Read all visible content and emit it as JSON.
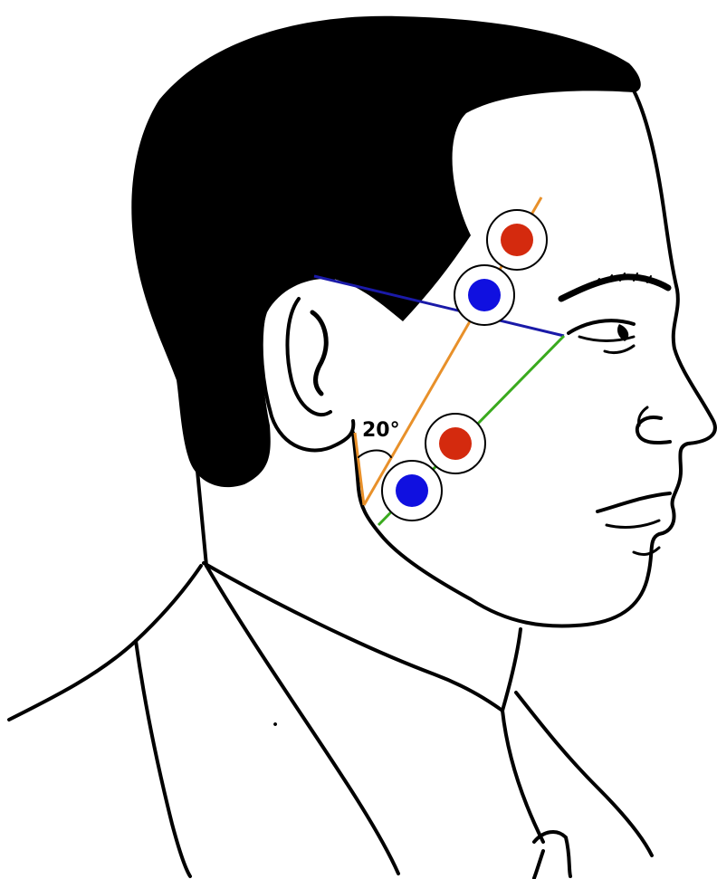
{
  "diagram": {
    "angle_label": "20°",
    "colors": {
      "background": "#ffffff",
      "outline": "#000000",
      "hair": "#000000",
      "blue_line": "#1a1aa8",
      "orange_line": "#e8902a",
      "green_line": "#3aaa1e",
      "electrode_red": "#d42a0e",
      "electrode_blue": "#1010e0",
      "electrode_ring": "#000000"
    },
    "lines": [
      {
        "name": "ear-to-eye-line",
        "color_key": "blue_line"
      },
      {
        "name": "jaw-angle-line",
        "color_key": "orange_line"
      },
      {
        "name": "jaw-to-eye-line",
        "color_key": "green_line"
      }
    ],
    "electrodes": [
      {
        "name": "upper-red-electrode",
        "color_key": "electrode_red"
      },
      {
        "name": "upper-blue-electrode",
        "color_key": "electrode_blue"
      },
      {
        "name": "lower-red-electrode",
        "color_key": "electrode_red"
      },
      {
        "name": "lower-blue-electrode",
        "color_key": "electrode_blue"
      }
    ]
  }
}
